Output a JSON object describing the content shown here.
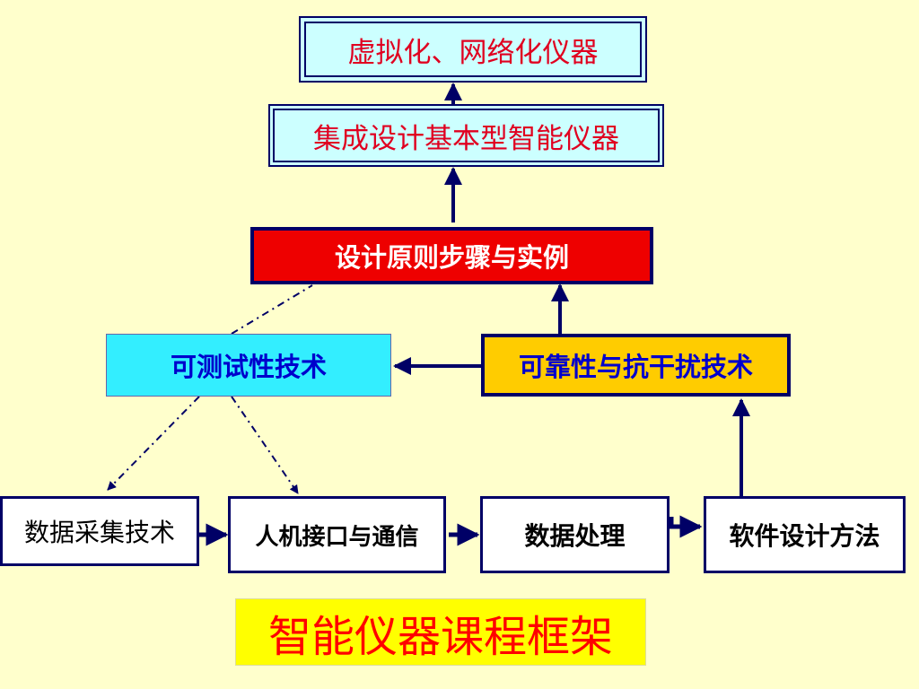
{
  "diagram": {
    "top_box": "虚拟化、网络化仪器",
    "integrated_box": "集成设计基本型智能仪器",
    "principles_box": "设计原则步骤与实例",
    "testability_box": "可测试性技术",
    "reliability_box": "可靠性与抗干扰技术",
    "bottom_boxes": [
      "数据采集技术",
      "人机接口与通信",
      "数据处理",
      "软件设计方法"
    ],
    "title": "智能仪器课程框架"
  },
  "colors": {
    "background": "#ffffcc",
    "navy": "#000066",
    "red": "#ee0000",
    "cyan": "#33eeff",
    "gold": "#ffcc00",
    "title_yellow": "#ffff00"
  }
}
